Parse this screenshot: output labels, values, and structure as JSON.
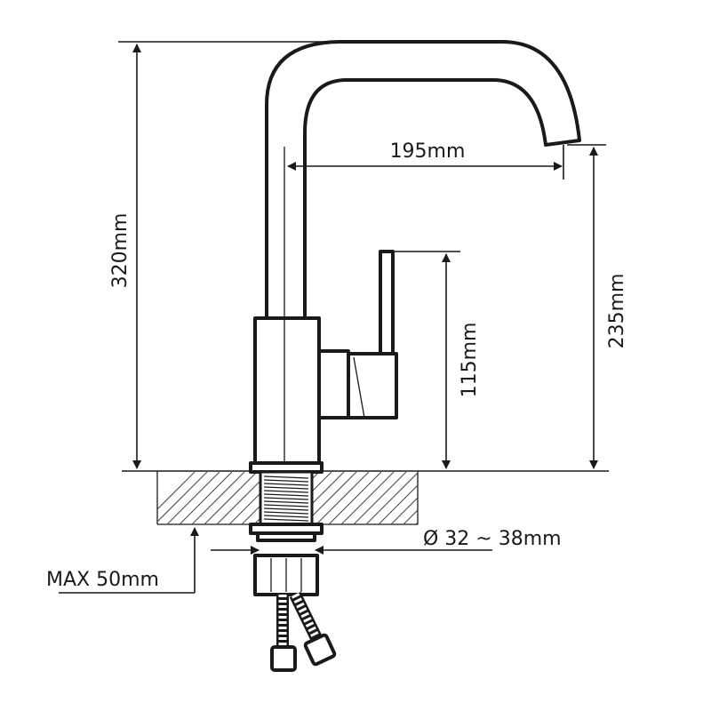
{
  "dimensions": {
    "height_total": "320mm",
    "spout_reach": "195mm",
    "spout_height": "235mm",
    "handle_height": "115mm",
    "hole_diameter": "Ø 32 ~ 38mm",
    "max_thickness": "MAX 50mm"
  },
  "colors": {
    "line": "#1a1a1a",
    "background": "#ffffff"
  }
}
